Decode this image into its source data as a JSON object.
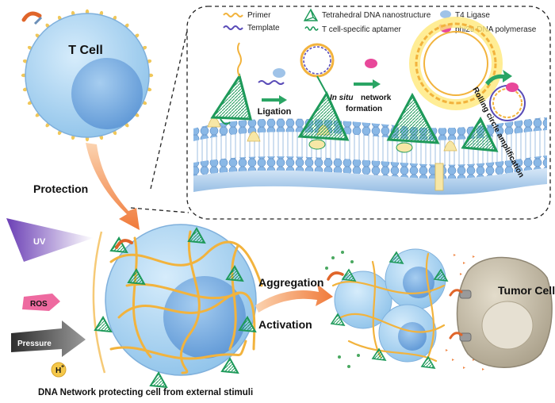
{
  "labels": {
    "t_cell": "T Cell",
    "protection": "Protection",
    "aggregation": "Aggregation",
    "activation": "Activation",
    "tumor_cell": "Tumor Cell",
    "caption": "DNA Network protecting cell from external stimuli",
    "ligation": "Ligation",
    "in_situ": "In situ",
    "network": "network",
    "formation": "formation",
    "rca": "Rolling circle amplification"
  },
  "stimuli": {
    "uv": "UV",
    "ros": "ROS",
    "pressure": "Pressure",
    "h_plus": "H",
    "h_plus_sup": "+"
  },
  "legend": {
    "primer": "Primer",
    "template": "Template",
    "tetrahedral": "Tetrahedral DNA nanostructure",
    "aptamer": "T cell-specific aptamer",
    "ligase": "T4 Ligase",
    "polymerase": "phi29 DNA polymerase"
  },
  "colors": {
    "cell_fill": "#a9d3f1",
    "nucleus_fill": "#7fb3e4",
    "dna_orange": "#f2b33d",
    "dna_green": "#1e9a5a",
    "template_purple": "#5a4cb8",
    "ligase_blue": "#9fc3e8",
    "polymerase_pink": "#e8489a",
    "arrow_orange": "#f08a4b",
    "tumor_fill": "#c9c1ae",
    "uv_purple": "#6b3fb5"
  }
}
